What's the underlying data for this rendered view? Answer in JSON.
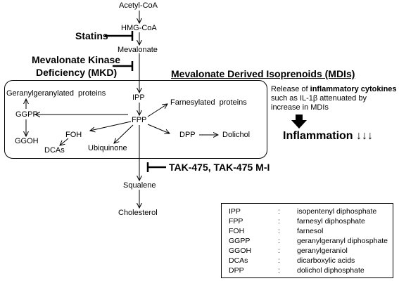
{
  "pathway": {
    "acetyl_coa": "Acetyl-CoA",
    "hmg_coa": "HMG-CoA",
    "mevalonate": "Mevalonate",
    "ipp": "IPP",
    "fpp": "FPP",
    "ggpp": "GGPP",
    "ggoh": "GGOH",
    "foh": "FOH",
    "dcas": "DCAs",
    "ubiquinone": "Ubiquinone",
    "dpp": "DPP",
    "dolichol": "Dolichol",
    "geranylgeranylated_proteins": "Geranylgeranylated proteins",
    "farnesylated_proteins": "Farnesylated proteins",
    "squalene": "Squalene",
    "cholesterol": "Cholesterol"
  },
  "inhibitors": {
    "statins": "Statins",
    "mkd_line1": "Mevalonate Kinase",
    "mkd_line2": "Deficiency (MKD)",
    "tak": "TAK-475, TAK-475 M-I"
  },
  "mdi_title": "Mevalonate Derived Isoprenoids (MDIs)",
  "release": {
    "prefix": "Release of ",
    "bold": "inflammatory cytokines",
    "rest": "such as IL-1β attenuated by increase in MDIs"
  },
  "inflammation": "Inflammation ↓↓↓",
  "legend": [
    {
      "abbr": "IPP",
      "colon": ":",
      "def": "isopentenyl diphosphate"
    },
    {
      "abbr": "FPP",
      "colon": ":",
      "def": "farnesyl diphosphate"
    },
    {
      "abbr": "FOH",
      "colon": ":",
      "def": "farnesol"
    },
    {
      "abbr": "GGPP",
      "colon": ":",
      "def": "geranylgeranyl diphosphate"
    },
    {
      "abbr": "GGOH",
      "colon": ":",
      "def": "geranylgeraniol"
    },
    {
      "abbr": "DCAs",
      "colon": ":",
      "def": "dicarboxylic acids"
    },
    {
      "abbr": "DPP",
      "colon": ":",
      "def": "dolichol diphosphate"
    }
  ]
}
